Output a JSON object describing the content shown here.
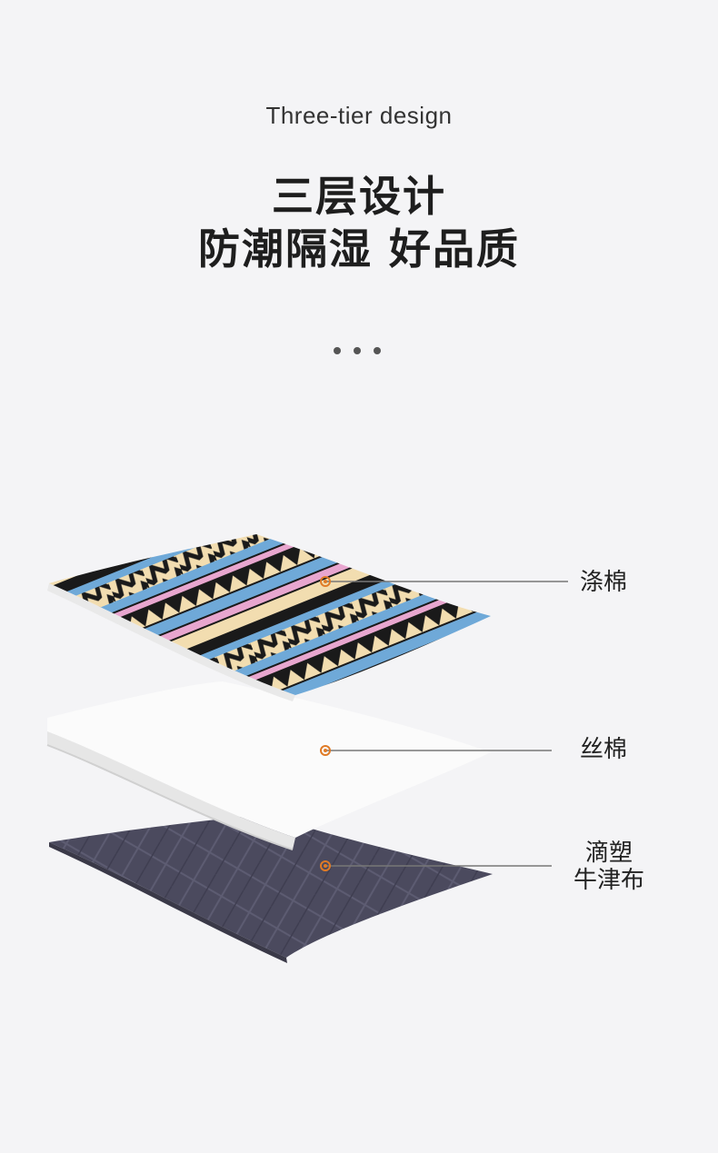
{
  "header": {
    "subtitle": "Three-tier design",
    "title_line1": "三层设计",
    "title_line2": "防潮隔湿 好品质"
  },
  "layers": [
    {
      "label": "涤棉",
      "color": "#ffffff"
    },
    {
      "label": "丝棉",
      "color": "#ffffff"
    },
    {
      "label_line1": "滴塑",
      "label_line2": "牛津布",
      "color": "#4b4a5e"
    }
  ],
  "colors": {
    "marker": "#e07b26",
    "leader_line": "#777777",
    "pattern_black": "#1a1a1a",
    "pattern_cream": "#f2ddb0",
    "pattern_blue": "#6fa9d8",
    "pattern_pink": "#e8a6cf"
  }
}
